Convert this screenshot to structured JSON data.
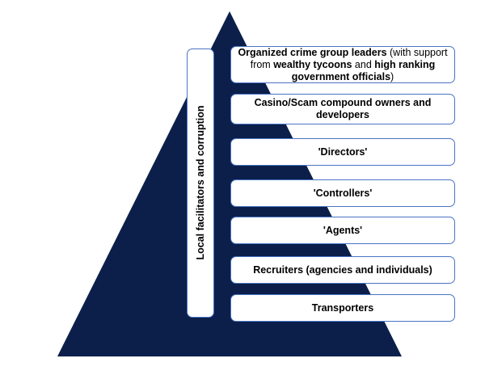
{
  "colors": {
    "pyramid": "#0b1f4a",
    "box_border": "#4a74c4",
    "box_fill": "#ffffff",
    "text": "#000000"
  },
  "side_label": "Local facilitators and corruption",
  "levels": [
    {
      "id": "crime-group-leaders",
      "parts": [
        {
          "text": "Organized crime group leaders",
          "bold": true
        },
        {
          "text": " (with support from ",
          "bold": false
        },
        {
          "text": "wealthy tycoons",
          "bold": true
        },
        {
          "text": " and ",
          "bold": false
        },
        {
          "text": "high ranking government officials",
          "bold": true
        },
        {
          "text": ")",
          "bold": false
        }
      ]
    },
    {
      "id": "compound-owners",
      "parts": [
        {
          "text": "Casino/Scam compound owners and developers",
          "bold": true
        }
      ]
    },
    {
      "id": "directors",
      "parts": [
        {
          "text": "'Directors'",
          "bold": true
        }
      ]
    },
    {
      "id": "controllers",
      "parts": [
        {
          "text": "'Controllers'",
          "bold": true
        }
      ]
    },
    {
      "id": "agents",
      "parts": [
        {
          "text": "'Agents'",
          "bold": true
        }
      ]
    },
    {
      "id": "recruiters",
      "parts": [
        {
          "text": "Recruiters (agencies and individuals)",
          "bold": true
        }
      ]
    },
    {
      "id": "transporters",
      "parts": [
        {
          "text": "Transporters",
          "bold": true
        }
      ]
    }
  ]
}
